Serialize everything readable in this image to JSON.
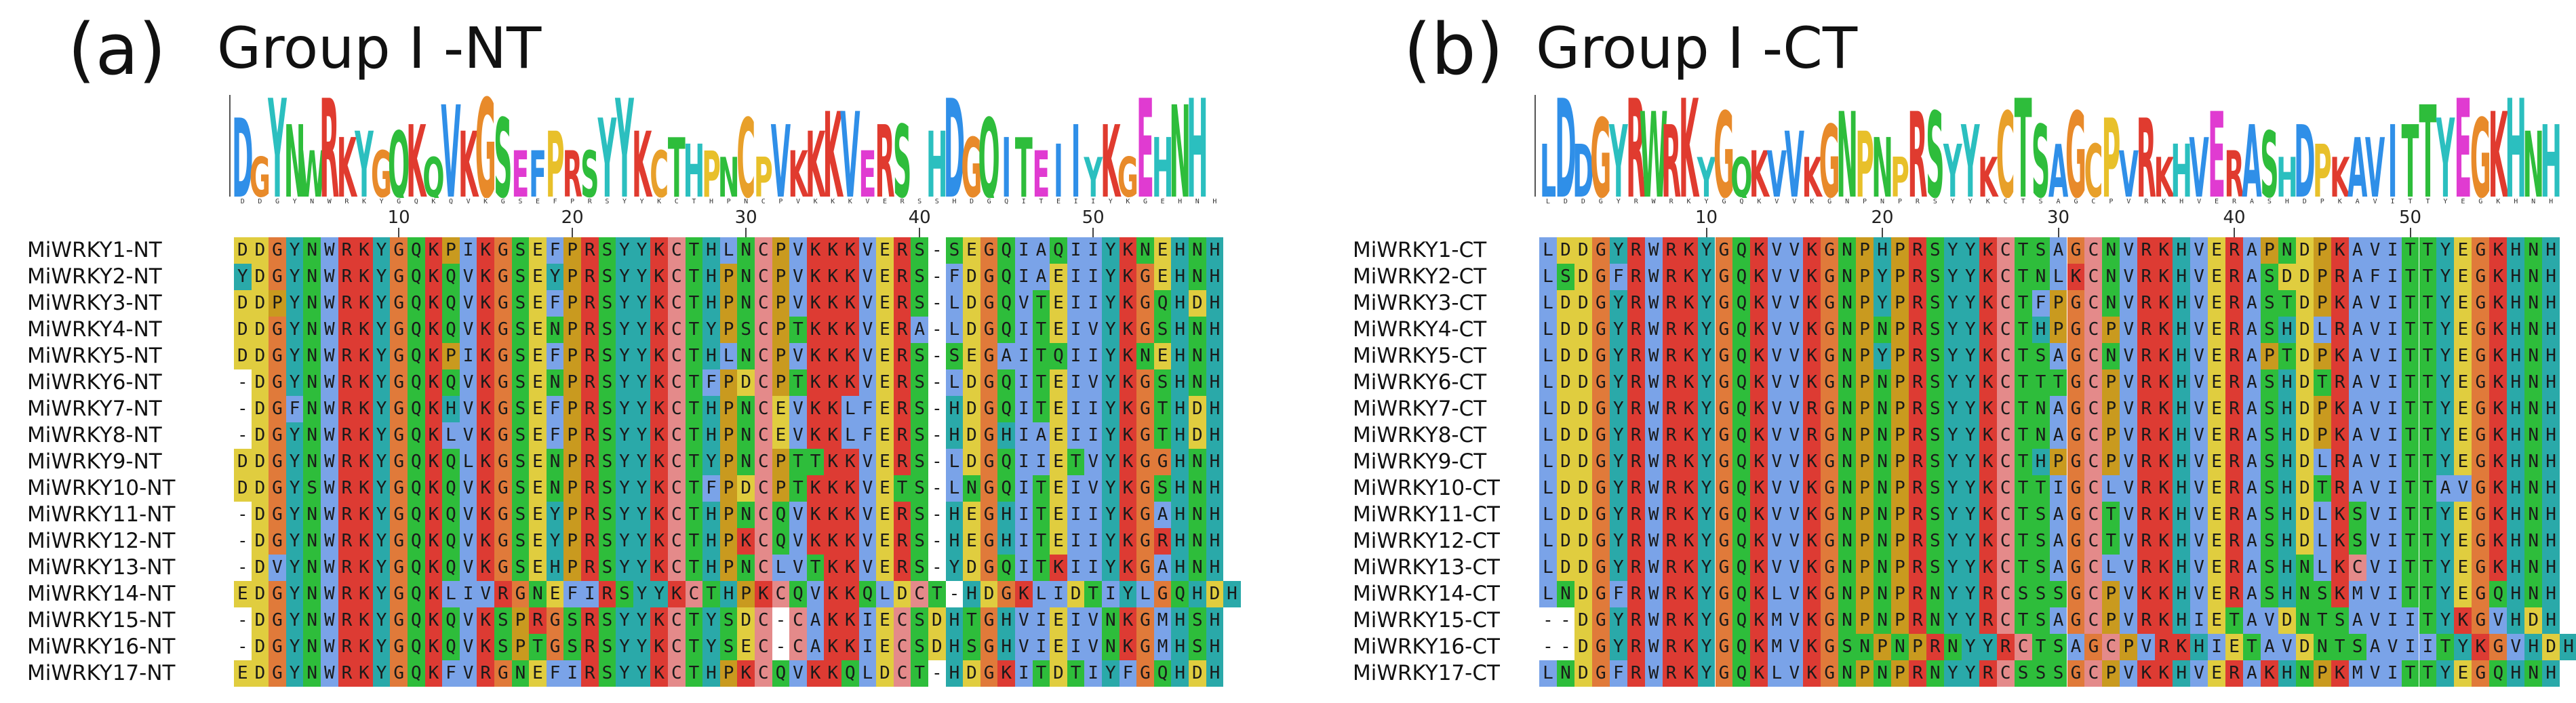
{
  "palette": {
    "D": "#e0cd3f",
    "E": "#e0cd3f",
    "G": "#e07a3a",
    "Y": "#2aa9a9",
    "H": "#2aa9a9",
    "N": "#2ebd3b",
    "Q": "#2ebd3b",
    "S": "#2ebd3b",
    "T": "#2ebd3b",
    "W": "#7aa3e8",
    "A": "#7aa3e8",
    "I": "#7aa3e8",
    "L": "#7aa3e8",
    "M": "#7aa3e8",
    "V": "#7aa3e8",
    "F": "#7aa3e8",
    "R": "#dd3b33",
    "K": "#dd3b33",
    "P": "#c99a1f",
    "C": "#e48a8a",
    "logo_D": "#2f8fe8",
    "logo_G": "#e88a2a",
    "logo_Y": "#2bbfbf",
    "logo_N": "#2ebd3b",
    "logo_W": "#2ebd3b",
    "logo_R": "#e03b2f",
    "logo_K": "#e03b2f",
    "logo_Q": "#2ebd3b",
    "logo_V": "#2f8fe8",
    "logo_S": "#2ebd3b",
    "logo_E": "#e03bd1",
    "logo_F": "#2f8fe8",
    "logo_P": "#e8c02a",
    "logo_C": "#e8a02a",
    "logo_T": "#2ebd3b",
    "logo_H": "#2bbfbf",
    "logo_L": "#2f8fe8",
    "logo_I": "#2f8fe8",
    "logo_A": "#2f8fe8",
    "logo_M": "#2f8fe8"
  },
  "panels": [
    {
      "label": "(a)",
      "title": "Group Ⅰ -NT",
      "consensus": "DDGYNWRKYGQKQVKGSEFPRSYYKCTHPNCPVKKKVERSSHDGQITEIIYKGEHNH",
      "logo_letters": "DGYNWRKYGQKQVKGSEFPRSYYKCTHPNCPVKKKVERS-HDGQITEIIYKGEHNH",
      "ticks": [
        "10",
        "20",
        "30",
        "40",
        "50"
      ],
      "sequences": [
        {
          "name": "MiWRKY1-NT",
          "seq": "DDGYNWRKYGQKPIKGSEFPRSYYKCTHLNCPVKKKVERS-SEGQIAQIIYKNEHNH"
        },
        {
          "name": "MiWRKY2-NT",
          "seq": "YDGYNWRKYGQKQVKGSEYPRSYYKCTHPNCPVKKKVERS-FDGQIAEIIYKGEHNH"
        },
        {
          "name": "MiWRKY3-NT",
          "seq": "DDPYNWRKYGQKQVKGSEFPRSYYKCTHPNCPVKKKVERS-LDGQVTEIIYKGQHDH"
        },
        {
          "name": "MiWRKY4-NT",
          "seq": "DDGYNWRKYGQKQVKGSENPRSYYKCTYPSCPTKKKVERA-LDGQITEIVYKGSHNH"
        },
        {
          "name": "MiWRKY5-NT",
          "seq": "DDGYNWRKYGQKPIKGSEFPRSYYKCTHLNCPVKKKVERS-SEGAITQIIYKNEHNH"
        },
        {
          "name": "MiWRKY6-NT",
          "seq": "-DGYNWRKYGQKQVKGSENPRSYYKCTFPDCPTKKKVERS-LDGQITEIVYKGSHNH"
        },
        {
          "name": "MiWRKY7-NT",
          "seq": "-DGFNWRKYGQKHVKGSEFPRSYYKCTHPNCEVKKLFERS-HDGQITEIIYKGTHDH"
        },
        {
          "name": "MiWRKY8-NT",
          "seq": "-DGYNWRKYGQKLVKGSEFPRSYYKCTHPNCEVKKLFERS-HDGHIAEIIYKGTHDH"
        },
        {
          "name": "MiWRKY9-NT",
          "seq": "DDGYNWRKYGQKQLKGSENPRSYYKCTYPNCPTTKKVERS-LDGQIIETVYKGGHNH"
        },
        {
          "name": "MiWRKY10-NT",
          "seq": "DDGYSWRKYGQKQVKGSENPRSYYKCTFPDCPTKKKVETS-LNGQITEIVYKGSHNH"
        },
        {
          "name": "MiWRKY11-NT",
          "seq": "-DGYNWRKYGQKQVKGSEYPRSYYKCTHPNCQVKKKVERS-HEGHITEIIYKGAHNH"
        },
        {
          "name": "MiWRKY12-NT",
          "seq": "-DGYNWRKYGQKQVKGSEYPRSYYKCTHPKCQVKKKVERS-HEGHITEIIYKGRHNH"
        },
        {
          "name": "MiWRKY13-NT",
          "seq": "-DVYNWRKYGQKQVKGSEHPRSYYKCTHPNCLVTKKVERS-YDGQITKIIYKGAHNH"
        },
        {
          "name": "MiWRKY14-NT",
          "seq": "EDGYNWRKYGQKLIVRGNEFIRSYYKCTHPKCQVKKQLDCT-HDGKLIDTIYLGQHDH"
        },
        {
          "name": "MiWRKY15-NT",
          "seq": "-DGYNWRKYGQKQVKSPRGSRSYYKCTYSDC-CAKKIECSDHTGHVIEIVNKGMHSH"
        },
        {
          "name": "MiWRKY16-NT",
          "seq": "-DGYNWRKYGQKQVKSPTGSRSYYKCTYSEC-CAKKIECSDHSGHVIEIVNKGMHSH"
        },
        {
          "name": "MiWRKY17-NT",
          "seq": "EDGYNWRKYGQKFVRGNEFIRSYYKCTHPKCQVKKQLDCT-HDGKITDTIYFGQHDH"
        }
      ]
    },
    {
      "label": "(b)",
      "title": "Group Ⅰ -CT",
      "consensus": "LDDGYRWRKYGQKVVKGNPNPRSYYKCTSAGCPVRKHVERASHDPKAVITTYEGKHNH",
      "logo_letters": "LDDGYRWRKYGQKVVKGNPNPRSYYKCTSAGCPVRKHVERASHDPKAVITTYEGKHNH",
      "ticks": [
        "10",
        "20",
        "30",
        "40",
        "50"
      ],
      "sequences": [
        {
          "name": "MiWRKY1-CT",
          "seq": "LDDGYRWRKYGQKVVKGNPHPRSYYKCTSAGCNVRKHVERAPNDPKAVITTYEGKHNH"
        },
        {
          "name": "MiWRKY2-CT",
          "seq": "LSDGFRWRKYGQKVVKGNPYPRSYYKCTNLKCNVRKHVERASDDPRAFITTYEGKHNH"
        },
        {
          "name": "MiWRKY3-CT",
          "seq": "LDDGYRWRKYGQKVVKGNPYPRSYYKCTFPGCNVRKHVERASTDPKAVITTYEGKHNH"
        },
        {
          "name": "MiWRKY4-CT",
          "seq": "LDDGYRWRKYGQKVVKGNPNPRSYYKCTHPGCPVRKHVERASHDLRAVITTYEGKHNH"
        },
        {
          "name": "MiWRKY5-CT",
          "seq": "LDDGYRWRKYGQKVVKGNPYPRSYYKCTSAGCNVRKHVERAPTDPKAVITTYEGKHNH"
        },
        {
          "name": "MiWRKY6-CT",
          "seq": "LDDGYRWRKYGQKVVKGNPNPRSYYKCTTTGCPVRKHVERASHDTRAVITTYEGKHNH"
        },
        {
          "name": "MiWRKY7-CT",
          "seq": "LDDGYRWRKYGQKVVRGNPNPRSYYKCTNAGCPVRKHVERASHDPKAVITTYEGKHNH"
        },
        {
          "name": "MiWRKY8-CT",
          "seq": "LDDGYRWRKYGQKVVRGNPNPRSYYKCTNAGCPVRKHVERASHDPKAVITTYEGKHNH"
        },
        {
          "name": "MiWRKY9-CT",
          "seq": "LDDGYRWRKYGQKVVKGNPNPRSYYKCTHPGCPVRKHVERASHDLRAVITTYEGKHNH"
        },
        {
          "name": "MiWRKY10-CT",
          "seq": "LDDGYRWRKYGQKVVKGNPNPRSYYKCTTIGCLVRKHVERASHDTRAVITTAVGKHNH"
        },
        {
          "name": "MiWRKY11-CT",
          "seq": "LDDGYRWRKYGQKVVKGNPNPRSYYKCTSAGCTVRKHVERASHDLKSVITTYEGKHNH"
        },
        {
          "name": "MiWRKY12-CT",
          "seq": "LDDGYRWRKYGQKVVKGNPNPRSYYKCTSAGCTVRKHVERASHDLKSVITTYEGKHNH"
        },
        {
          "name": "MiWRKY13-CT",
          "seq": "LDDGYRWRKYGQKVVKGNPNPRSYYKCTSAGCLVRKHVERASHNLKCVITTYEGKHNH"
        },
        {
          "name": "MiWRKY14-CT",
          "seq": "LNDGFRWRKYGQKLVKGNPNPRNYYRCSSSGCPVKKHVERASHNSKMVITTYEGQHNH"
        },
        {
          "name": "MiWRKY15-CT",
          "seq": "--DGYRWRKYGQKMVKGNPNPRNYYRCTSAGCPVRKHIETAVDNTSAVIITYKGVHDH"
        },
        {
          "name": "MiWRKY16-CT",
          "seq": "--DGYRWRKYGQKMVKGSNPNPRNYYRCTSAGCPVRKHIETAVDNTSAVIITYKGVHDH"
        },
        {
          "name": "MiWRKY17-CT",
          "seq": "LNDGFRWRKYGQKLVKGNPNPRNYYRCSSSGCPVKKHVERAKHNPKMVITTYEGQHNH"
        }
      ]
    }
  ]
}
